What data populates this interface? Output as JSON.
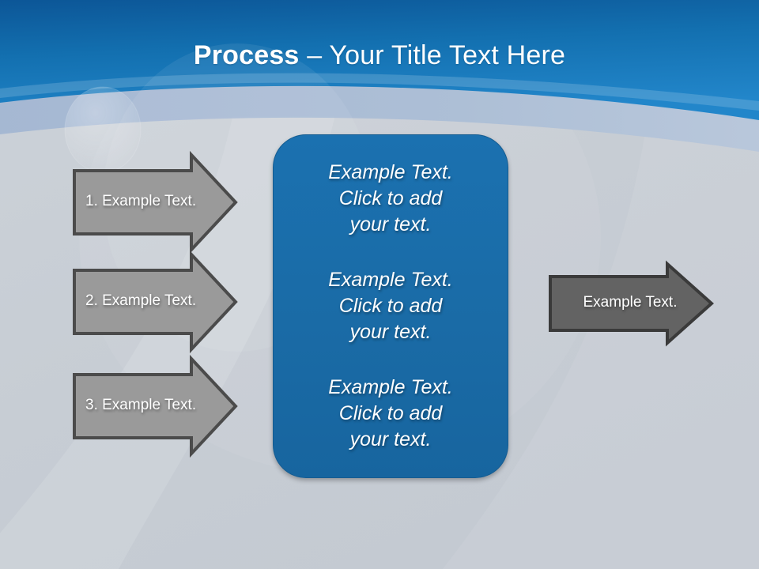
{
  "slide": {
    "title_bold": "Process",
    "title_rest": " – Your Title Text Here",
    "background_color": "#c9cfd6",
    "header_blue_top": "#0d5c9e",
    "header_blue_bottom": "#1f84c8"
  },
  "steps": {
    "arrows": [
      {
        "label": "1. Example Text.",
        "fill": "#9a9a9a",
        "stroke": "#4b4b4b"
      },
      {
        "label": "2. Example Text.",
        "fill": "#9a9a9a",
        "stroke": "#4b4b4b"
      },
      {
        "label": "3. Example Text.",
        "fill": "#9a9a9a",
        "stroke": "#4b4b4b"
      }
    ]
  },
  "center_panel": {
    "fill": "#1b6ba8",
    "blocks": [
      "Example Text.\nClick  to add\nyour text.",
      "Example Text.\nClick  to add\nyour text.",
      "Example Text.\nClick  to add\nyour text."
    ]
  },
  "output": {
    "arrow": {
      "label": "Example Text.",
      "fill": "#636363",
      "stroke": "#3a3a3a"
    }
  }
}
